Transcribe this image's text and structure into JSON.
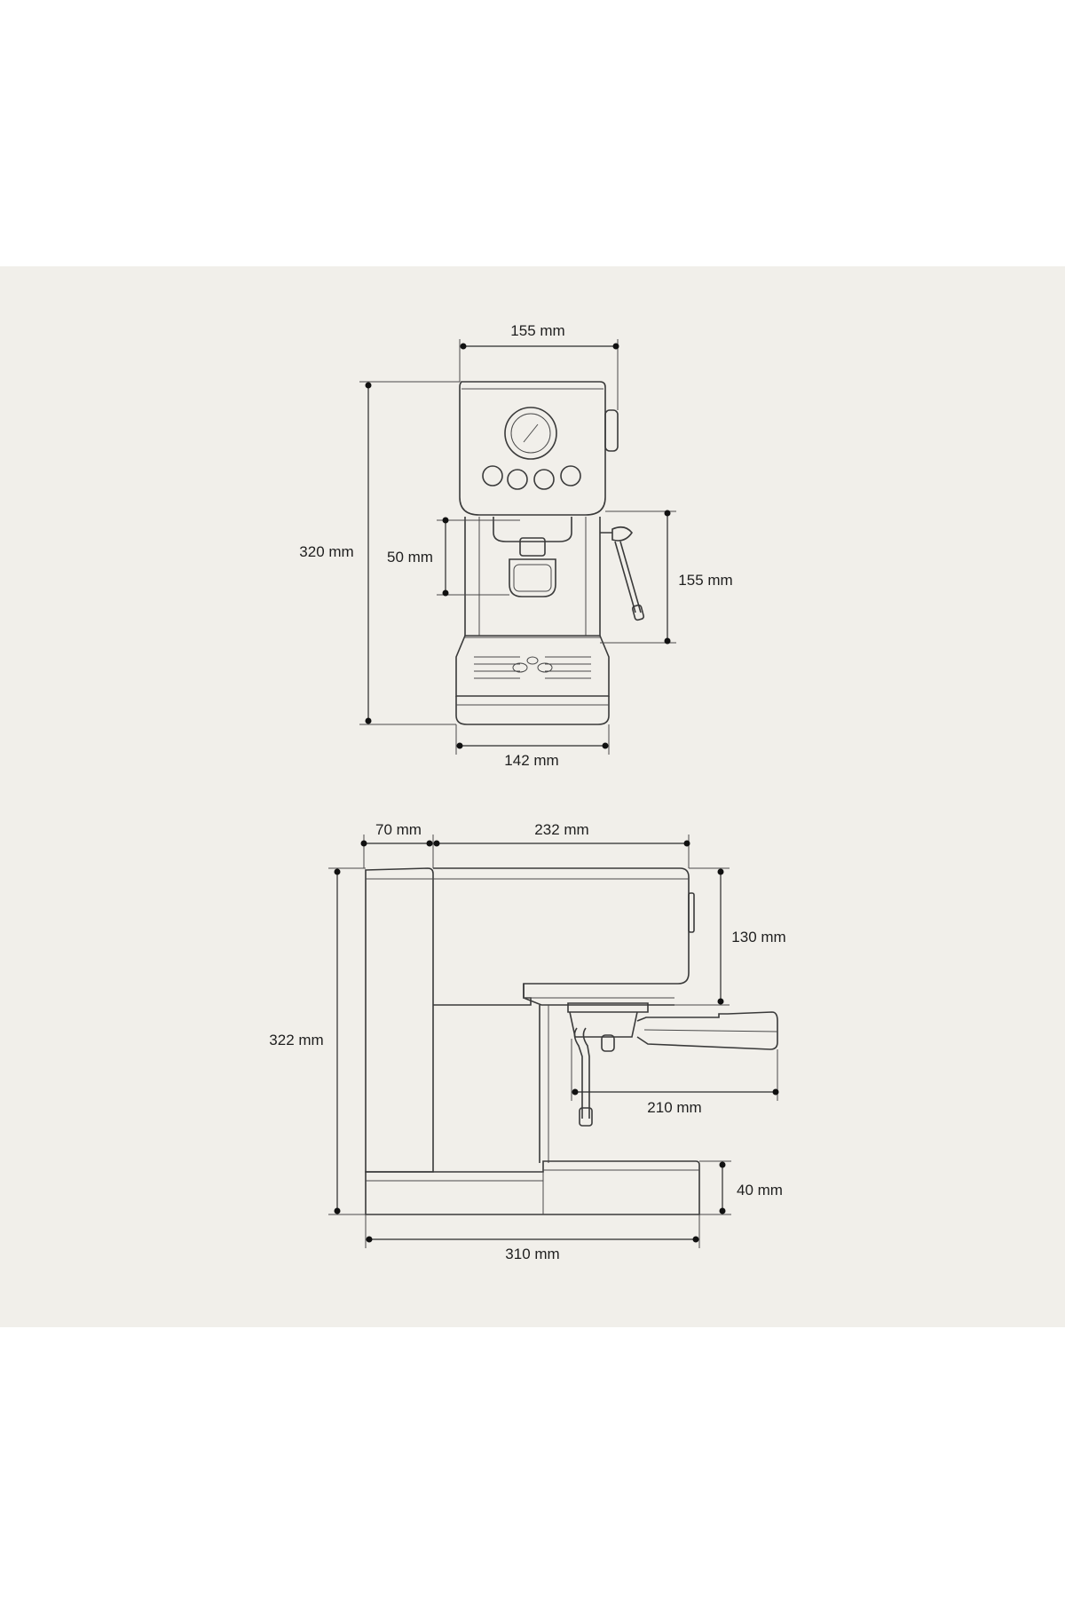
{
  "front_view": {
    "width_top": "155 mm",
    "height_total": "320 mm",
    "spout_clearance": "50 mm",
    "wand_height": "155 mm",
    "width_base": "142 mm"
  },
  "side_view": {
    "tank_depth": "70 mm",
    "body_depth": "232 mm",
    "head_height": "130 mm",
    "height_total": "322 mm",
    "portafilter_length": "210 mm",
    "base_height": "40 mm",
    "depth_total": "310 mm"
  },
  "colors": {
    "background": "#f1efea",
    "line": "#3a3a3a"
  }
}
